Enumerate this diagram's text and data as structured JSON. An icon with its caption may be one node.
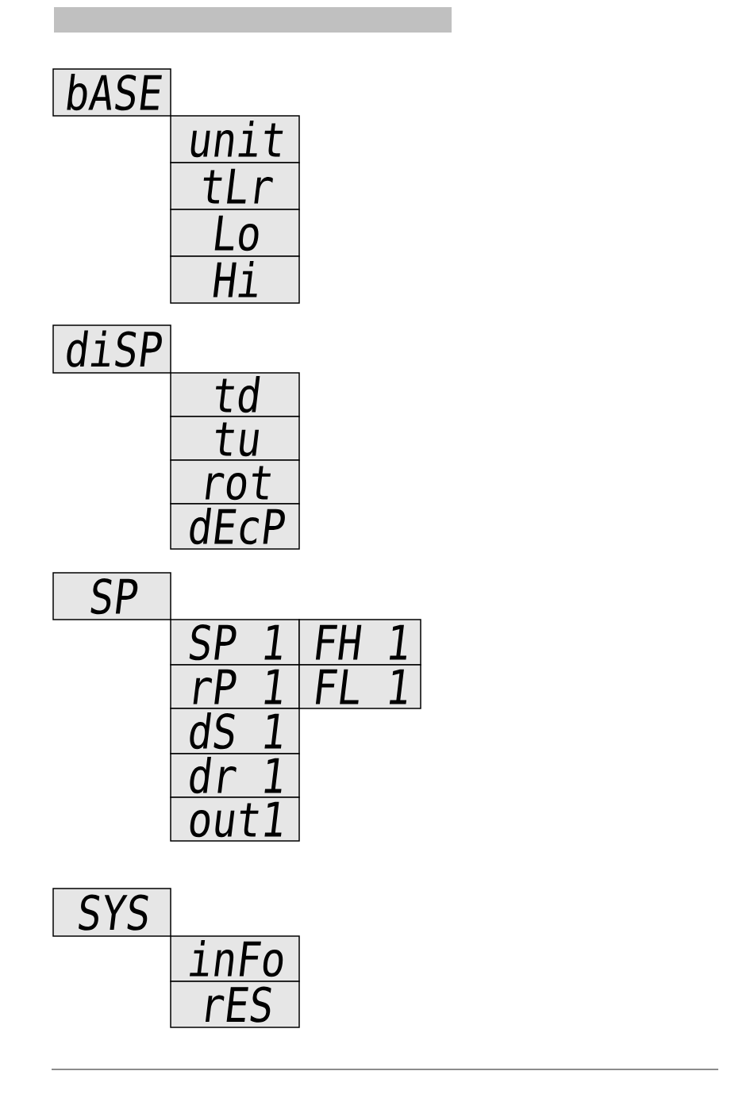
{
  "diagram": {
    "nodes": [
      {
        "text": [
          "bASE"
        ]
      },
      {
        "text": [
          "unit"
        ]
      },
      {
        "text": [
          "tLr"
        ]
      },
      {
        "text": [
          "Lo"
        ]
      },
      {
        "text": [
          "Hi"
        ]
      },
      {
        "text": [
          "diSP"
        ]
      },
      {
        "text": [
          "td"
        ]
      },
      {
        "text": [
          "tu"
        ]
      },
      {
        "text": [
          "rot"
        ]
      },
      {
        "text": [
          "dEcP"
        ]
      },
      {
        "text": [
          "SP"
        ]
      },
      {
        "text": [
          "SP 1"
        ]
      },
      {
        "text": [
          "FH 1"
        ]
      },
      {
        "text": [
          "rP 1"
        ]
      },
      {
        "text": [
          "FL 1"
        ]
      },
      {
        "text": [
          "dS 1"
        ]
      },
      {
        "text": [
          "dr 1"
        ]
      },
      {
        "text": [
          "out1"
        ]
      },
      {
        "text": [
          "SYS"
        ]
      },
      {
        "text": [
          "inFo"
        ]
      },
      {
        "text": [
          "rES"
        ]
      }
    ]
  }
}
